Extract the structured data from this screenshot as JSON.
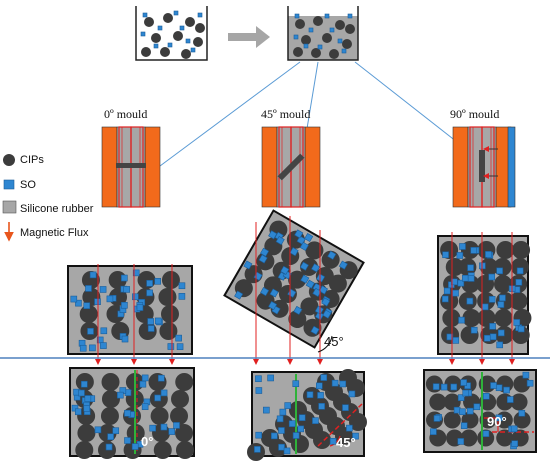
{
  "moulds": {
    "m0": "0º mould",
    "m45": "45º mould",
    "m90": "90º mould"
  },
  "legend": {
    "cips": "CIPs",
    "so": "SO",
    "silicone": "Silicone rubber",
    "flux": "Magnetic Flux"
  },
  "angles": {
    "a0": "0°",
    "a45": "45°",
    "a45_bottom": "45°",
    "a90": "90°"
  },
  "colors": {
    "cip": "#3c3c3c",
    "so": "#2e86d1",
    "silicone": "#a7a7a7",
    "mould_wall": "#f26a1b",
    "flux": "#e8551c",
    "connector": "#5b9bd5",
    "arrow": "#a6a6a6",
    "baseline": "#4f81bd",
    "field_line": "#e02020",
    "chain_line": "#2fb23a"
  }
}
